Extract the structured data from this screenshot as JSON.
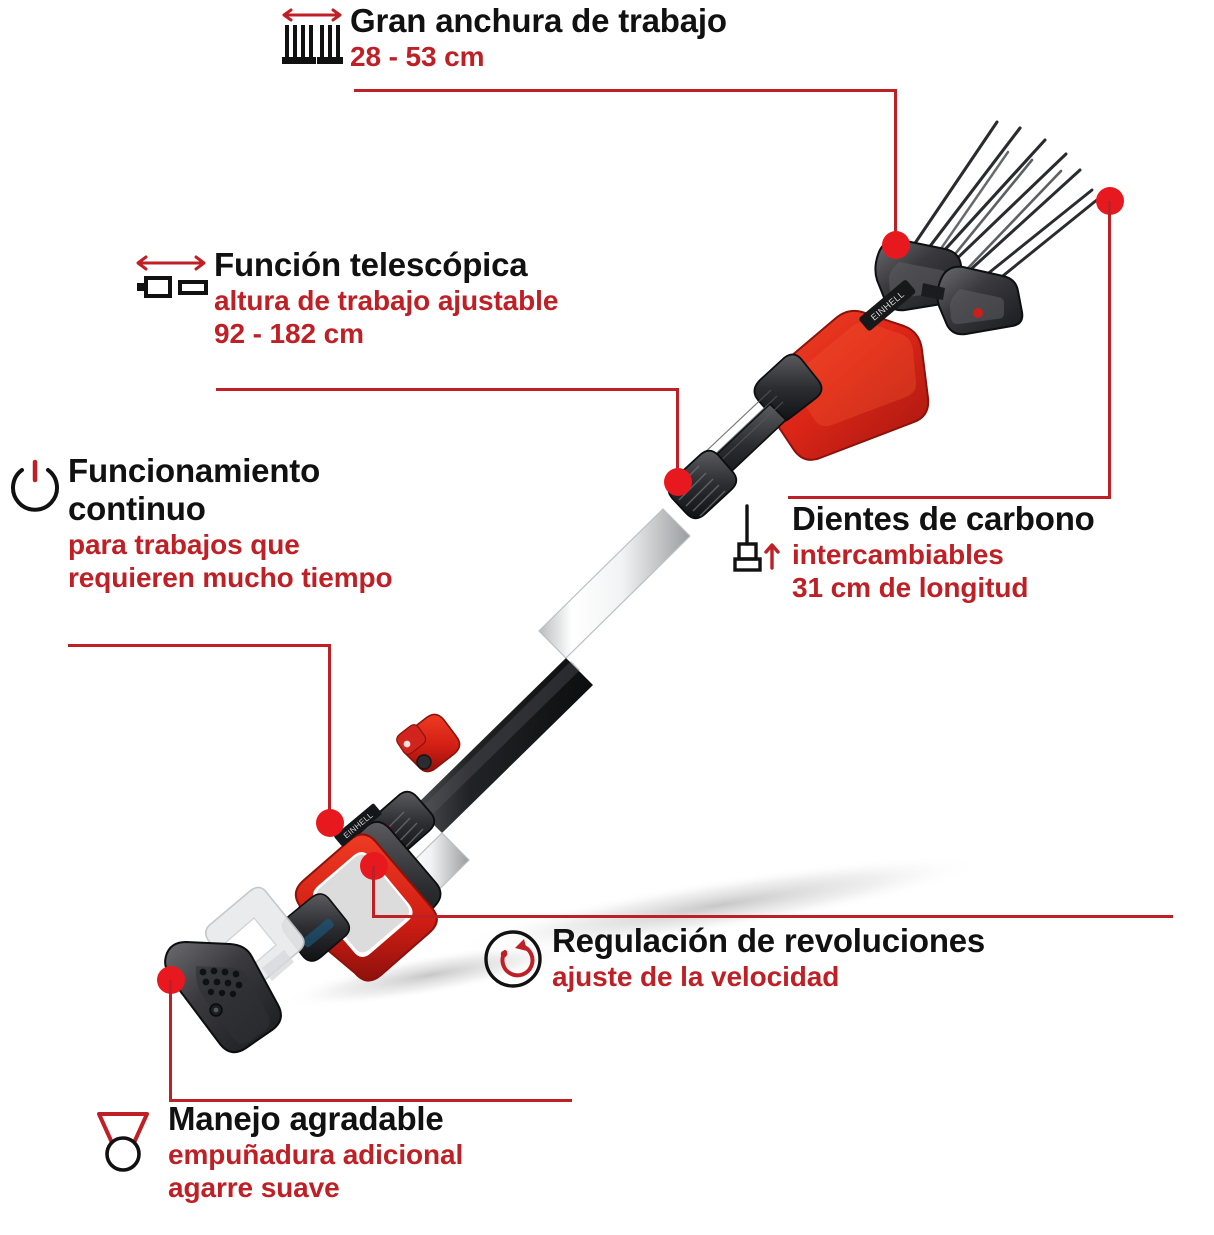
{
  "page": {
    "language": "es",
    "product": "olive-harvester-pole",
    "background": "#ffffff",
    "accent_red": "#bf2026",
    "dot_red": "#e8191e",
    "title_color": "#111111"
  },
  "callouts": [
    {
      "id": "working-width",
      "icon": "rake-width-icon",
      "title": "Gran anchura de trabajo",
      "sub1": "28 - 53 cm",
      "sub2": ""
    },
    {
      "id": "telescopic",
      "icon": "telescopic-icon",
      "title": "Función telescópica",
      "sub1": "altura de trabajo ajustable",
      "sub2": "92 - 182 cm"
    },
    {
      "id": "continuous-operation",
      "icon": "power-icon",
      "title_line1": "Funcionamiento",
      "title_line2": "continuo",
      "sub1": "para trabajos que",
      "sub2": "requieren mucho tiempo"
    },
    {
      "id": "carbon-teeth",
      "icon": "tooth-length-icon",
      "title": "Dientes de carbono",
      "sub1": "intercambiables",
      "sub2": "31 cm de longitud"
    },
    {
      "id": "speed-control",
      "icon": "rotation-icon",
      "title": "Regulación de revoluciones",
      "sub1": "ajuste de la velocidad",
      "sub2": ""
    },
    {
      "id": "comfortable-handling",
      "icon": "handle-grip-icon",
      "title": "Manejo agradable",
      "sub1": "empuñadura adicional",
      "sub2": "agarre suave"
    }
  ]
}
